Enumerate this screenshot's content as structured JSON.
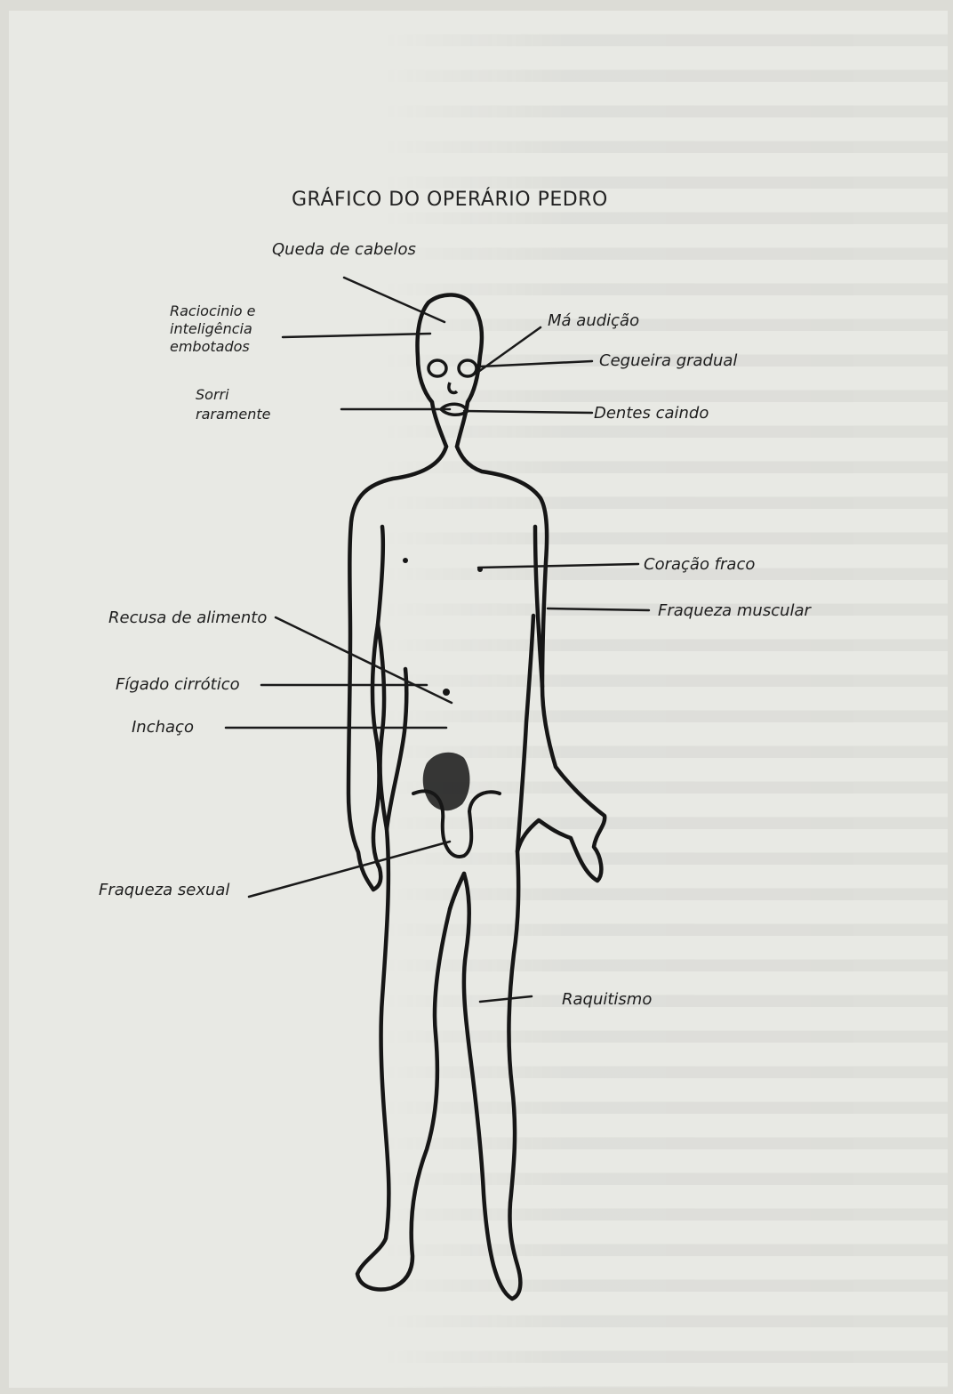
{
  "diagram": {
    "title": "GRÁFICO DO OPERÁRIO PEDRO",
    "labels": {
      "queda_de_cabelos": "Queda de cabelos",
      "raciocinio": "Raciocinio e\ninteligência\nembotados",
      "sorri_raramente": "Sorri\nraramente",
      "ma_audicao": "Má audição",
      "cegueira_gradual": "Cegueira gradual",
      "dentes_caindo": "Dentes caindo",
      "coracao_fraco": "Coração fraco",
      "fraqueza_muscular": "Fraqueza muscular",
      "recusa_de_alimento": "Recusa de alimento",
      "figado_cirrotico": "Fígado cirrótico",
      "inchaco": "Inchaço",
      "fraqueza_sexual": "Fraqueza sexual",
      "raquitismo": "Raquitismo"
    },
    "figure_icon": "human-body-outline",
    "ink_color": "#161616",
    "paper_color": "#e8e9e4"
  }
}
